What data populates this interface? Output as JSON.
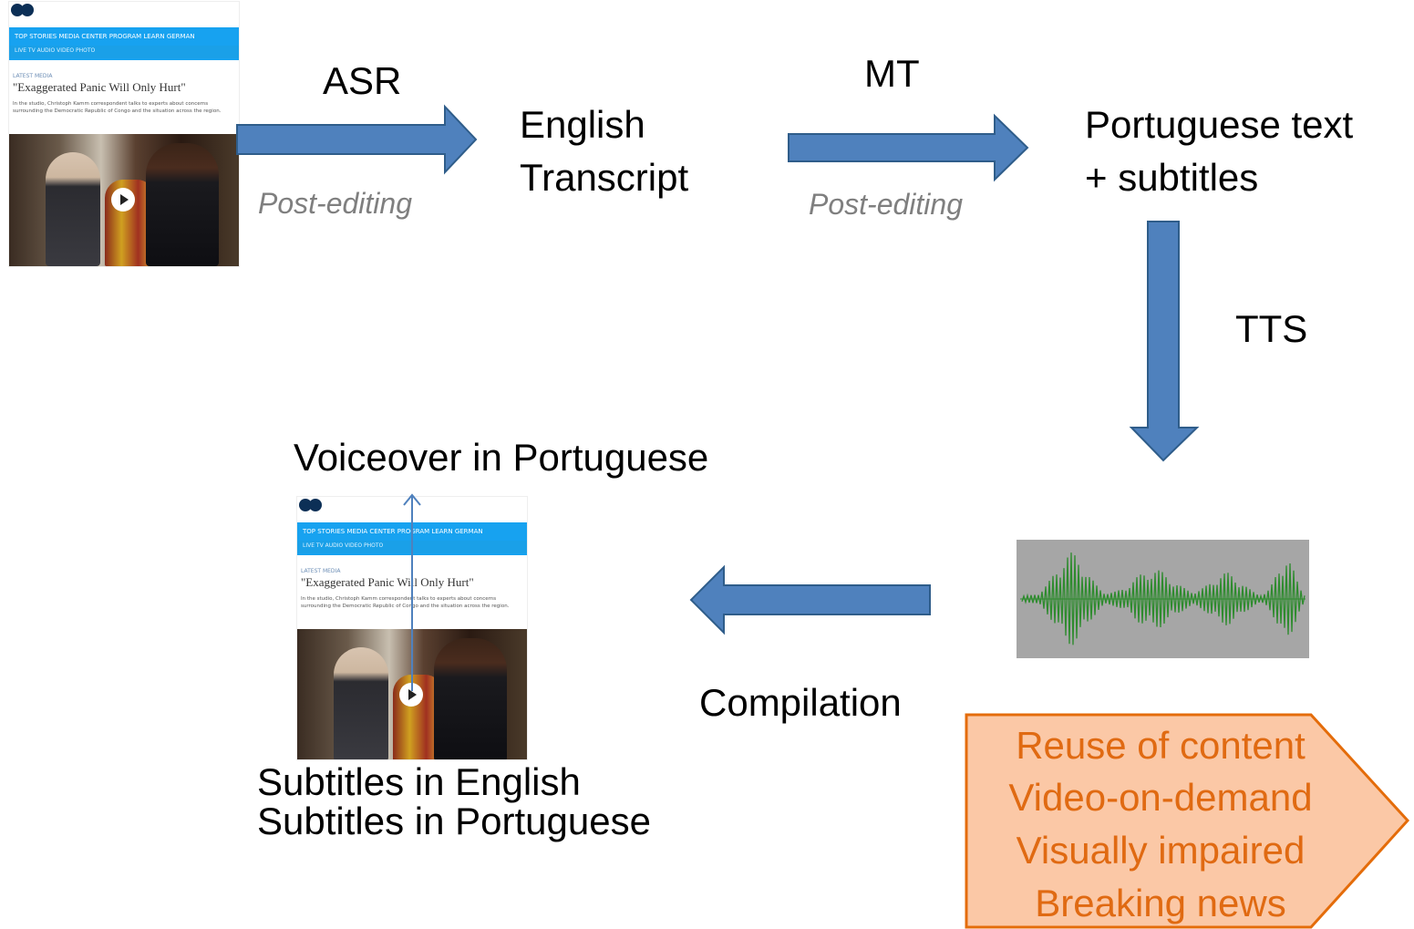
{
  "nodes": {
    "english_transcript": [
      "English",
      "Transcript"
    ],
    "portuguese_text": [
      "Portuguese text",
      "+ subtitles"
    ],
    "voiceover": "Voiceover in Portuguese",
    "subtitles": [
      "Subtitles in English",
      "Subtitles in Portuguese"
    ]
  },
  "edges": {
    "asr": "ASR",
    "mt": "MT",
    "tts": "TTS",
    "compilation": "Compilation",
    "post_editing_1": "Post-editing",
    "post_editing_2": "Post-editing"
  },
  "thumbnail": {
    "nav": "TOP STORIES   MEDIA CENTER   PROGRAM   LEARN GERMAN",
    "subnav": "LIVE TV   AUDIO   VIDEO   PHOTO",
    "kicker": "LATEST MEDIA",
    "headline": "\"Exaggerated Panic Will Only Hurt\"",
    "body": "In the studio, Christoph Kamm correspondent talks to experts about concerns surrounding the Democratic Republic of Congo and the situation across the region."
  },
  "notes": [
    "Reuse of content",
    "Video-on-demand",
    "Visually impaired",
    "Breaking news"
  ],
  "colors": {
    "arrow_fill": "#4f81bd",
    "arrow_stroke": "#2f5d8a",
    "post_editing": "#7f7f7f",
    "notes_fill": "#fbc8a6",
    "notes_border": "#e46c0a",
    "notes_text": "#e06a12",
    "wave_bg": "#a6a6a6",
    "wave_line": "#2e8b2e",
    "thin_arrow": "#4f81bd"
  }
}
